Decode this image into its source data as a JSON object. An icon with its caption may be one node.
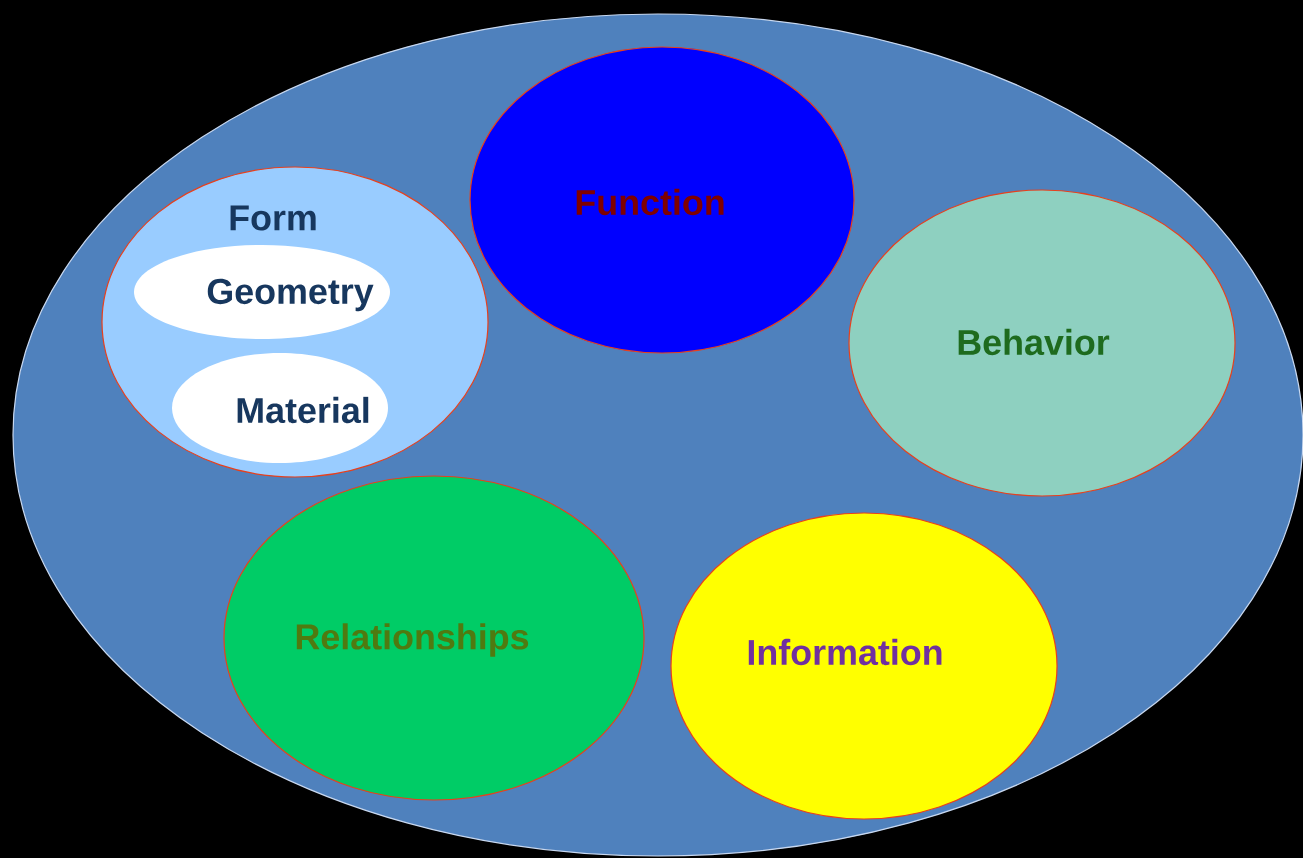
{
  "diagram": {
    "nodes": [
      {
        "text": [],
        "shape": "ellipse"
      },
      {
        "text": [
          "Form"
        ],
        "in": 0
      },
      {
        "text": [
          "Geometry"
        ],
        "in": 1
      },
      {
        "text": [
          "Material"
        ],
        "in": 1
      },
      {
        "text": [
          "Function"
        ],
        "in": 0
      },
      {
        "text": [
          "Behavior"
        ],
        "in": 0
      },
      {
        "text": [
          "Relationships"
        ],
        "in": 0
      },
      {
        "text": [
          "Information"
        ],
        "in": 0
      }
    ]
  }
}
